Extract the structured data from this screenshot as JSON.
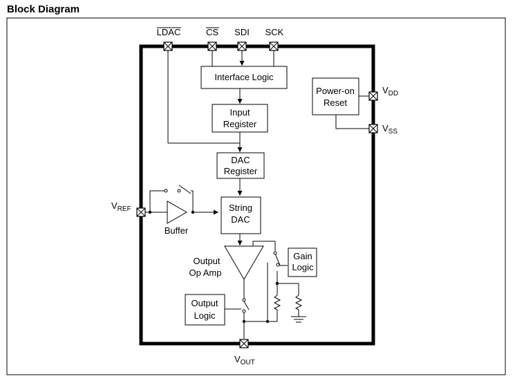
{
  "heading": "Block Diagram",
  "pins": {
    "ldac": "LDAC",
    "cs": "CS",
    "sdi": "SDI",
    "sck": "SCK",
    "vdd": {
      "main": "V",
      "sub": "DD"
    },
    "vss": {
      "main": "V",
      "sub": "SS"
    },
    "vref": {
      "main": "V",
      "sub": "REF"
    },
    "vout": {
      "main": "V",
      "sub": "OUT"
    }
  },
  "blocks": {
    "interface_logic": "Interface Logic",
    "input_register": [
      "Input",
      "Register"
    ],
    "dac_register": [
      "DAC",
      "Register"
    ],
    "string_dac": [
      "String",
      "DAC"
    ],
    "power_on_reset": [
      "Power-on",
      "Reset"
    ],
    "gain_logic": [
      "Gain",
      "Logic"
    ],
    "output_logic": [
      "Output",
      "Logic"
    ]
  },
  "labels": {
    "buffer": "Buffer",
    "output_op_amp": [
      "Output",
      "Op Amp"
    ]
  }
}
